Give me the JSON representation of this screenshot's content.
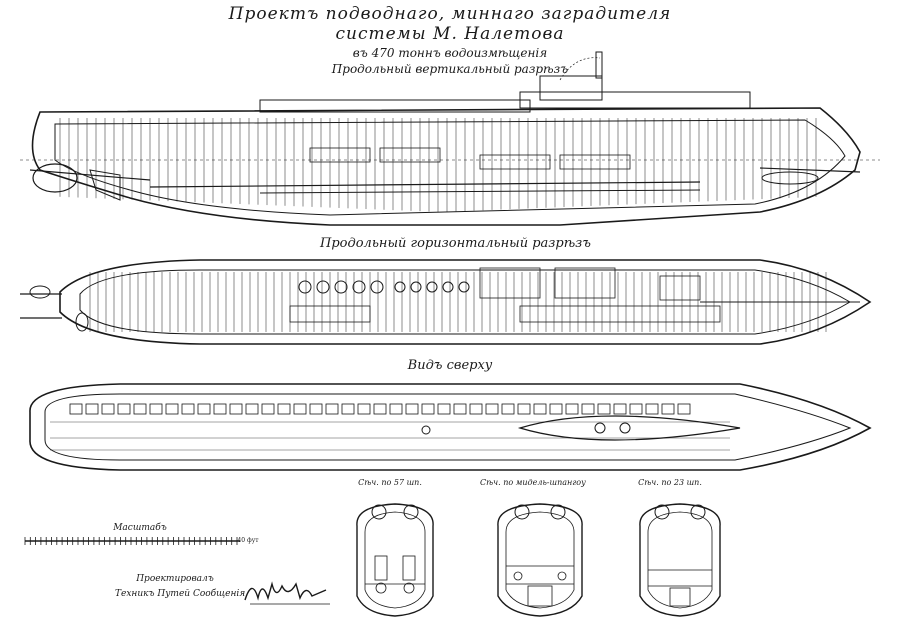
{
  "title": {
    "line1": "Проектъ подводнаго, миннаго заградителя",
    "line2": "системы М. Налетова",
    "line3": "въ 470 тоннъ водоизмѣщенія",
    "line4": "Продольный вертикальный разрѣзъ"
  },
  "views": {
    "horizontal_section": "Продольный горизонтальный разрѣзъ",
    "top_view": "Видъ сверху"
  },
  "cross_sections": [
    {
      "label": "Сѣч. по 57 шп."
    },
    {
      "label": "Сѣч. по мидель-шпангоу"
    },
    {
      "label": "Сѣч. по 23 шп."
    }
  ],
  "scale": {
    "label": "Масштабъ",
    "unit": "40 фут"
  },
  "signature": {
    "line1": "Проектировалъ",
    "line2": "Техникъ Путей Сообщенія"
  },
  "colors": {
    "ink": "#1a1a1a",
    "paper": "#ffffff"
  }
}
